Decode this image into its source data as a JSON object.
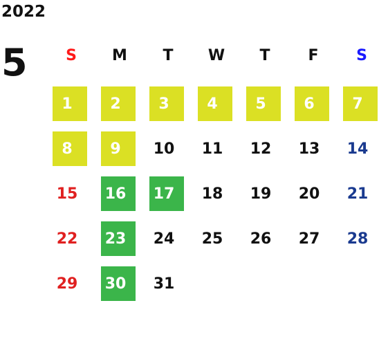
{
  "year": "2022",
  "month": "5",
  "weekdays": [
    "S",
    "M",
    "T",
    "W",
    "T",
    "F",
    "S"
  ],
  "colors": {
    "holiday_highlight": "#dbe024",
    "event_highlight": "#3bb54a",
    "sunday_text": "#e02020",
    "saturday_text": "#1a3a8f"
  },
  "days": [
    {
      "label": "1",
      "highlight": "yellow"
    },
    {
      "label": "2",
      "highlight": "yellow"
    },
    {
      "label": "3",
      "highlight": "yellow"
    },
    {
      "label": "4",
      "highlight": "yellow"
    },
    {
      "label": "5",
      "highlight": "yellow"
    },
    {
      "label": "6",
      "highlight": "yellow"
    },
    {
      "label": "7",
      "highlight": "yellow"
    },
    {
      "label": "8",
      "highlight": "yellow"
    },
    {
      "label": "9",
      "highlight": "yellow"
    },
    {
      "label": "10",
      "highlight": ""
    },
    {
      "label": "11",
      "highlight": ""
    },
    {
      "label": "12",
      "highlight": ""
    },
    {
      "label": "13",
      "highlight": ""
    },
    {
      "label": "14",
      "highlight": ""
    },
    {
      "label": "15",
      "highlight": ""
    },
    {
      "label": "16",
      "highlight": "green"
    },
    {
      "label": "17",
      "highlight": "green"
    },
    {
      "label": "18",
      "highlight": ""
    },
    {
      "label": "19",
      "highlight": ""
    },
    {
      "label": "20",
      "highlight": ""
    },
    {
      "label": "21",
      "highlight": ""
    },
    {
      "label": "22",
      "highlight": ""
    },
    {
      "label": "23",
      "highlight": "green"
    },
    {
      "label": "24",
      "highlight": ""
    },
    {
      "label": "25",
      "highlight": ""
    },
    {
      "label": "26",
      "highlight": ""
    },
    {
      "label": "27",
      "highlight": ""
    },
    {
      "label": "28",
      "highlight": ""
    },
    {
      "label": "29",
      "highlight": ""
    },
    {
      "label": "30",
      "highlight": "green"
    },
    {
      "label": "31",
      "highlight": ""
    }
  ]
}
